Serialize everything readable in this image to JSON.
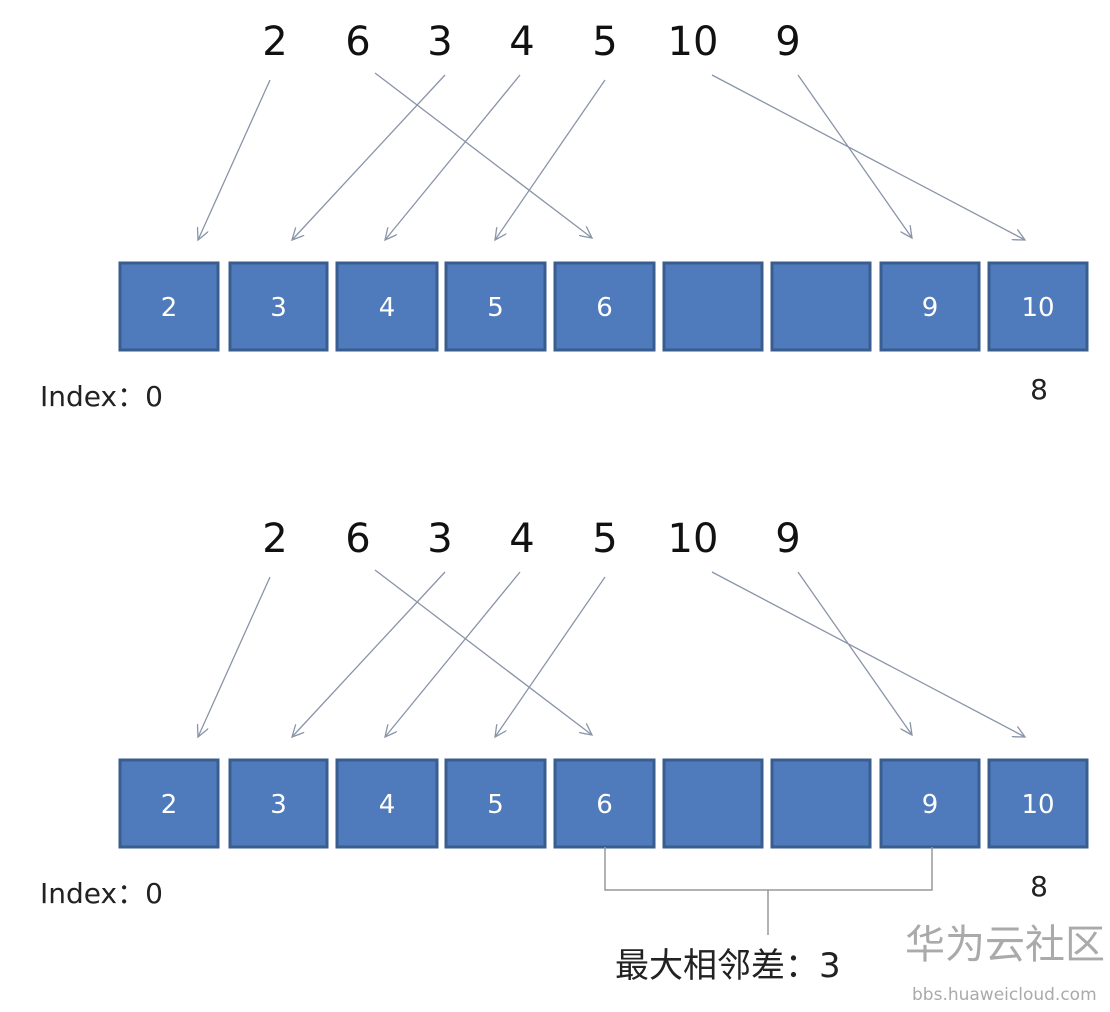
{
  "colors": {
    "box_fill": "#4f7bbd",
    "box_stroke": "#3a5d8f",
    "arrow": "#8a94a8"
  },
  "panels": [
    {
      "input_sequence": [
        "2",
        "6",
        "3",
        "4",
        "5",
        "10",
        "9"
      ],
      "buckets": [
        "2",
        "3",
        "4",
        "5",
        "6",
        "",
        "",
        "9",
        "10"
      ],
      "index_start_label": "Index：0",
      "index_end_label": "8"
    },
    {
      "input_sequence": [
        "2",
        "6",
        "3",
        "4",
        "5",
        "10",
        "9"
      ],
      "buckets": [
        "2",
        "3",
        "4",
        "5",
        "6",
        "",
        "",
        "9",
        "10"
      ],
      "index_start_label": "Index：0",
      "index_end_label": "8",
      "result_label": "最大相邻差：3"
    }
  ],
  "watermark": {
    "title": "华为云社区",
    "url": "bbs.huaweicloud.com"
  }
}
